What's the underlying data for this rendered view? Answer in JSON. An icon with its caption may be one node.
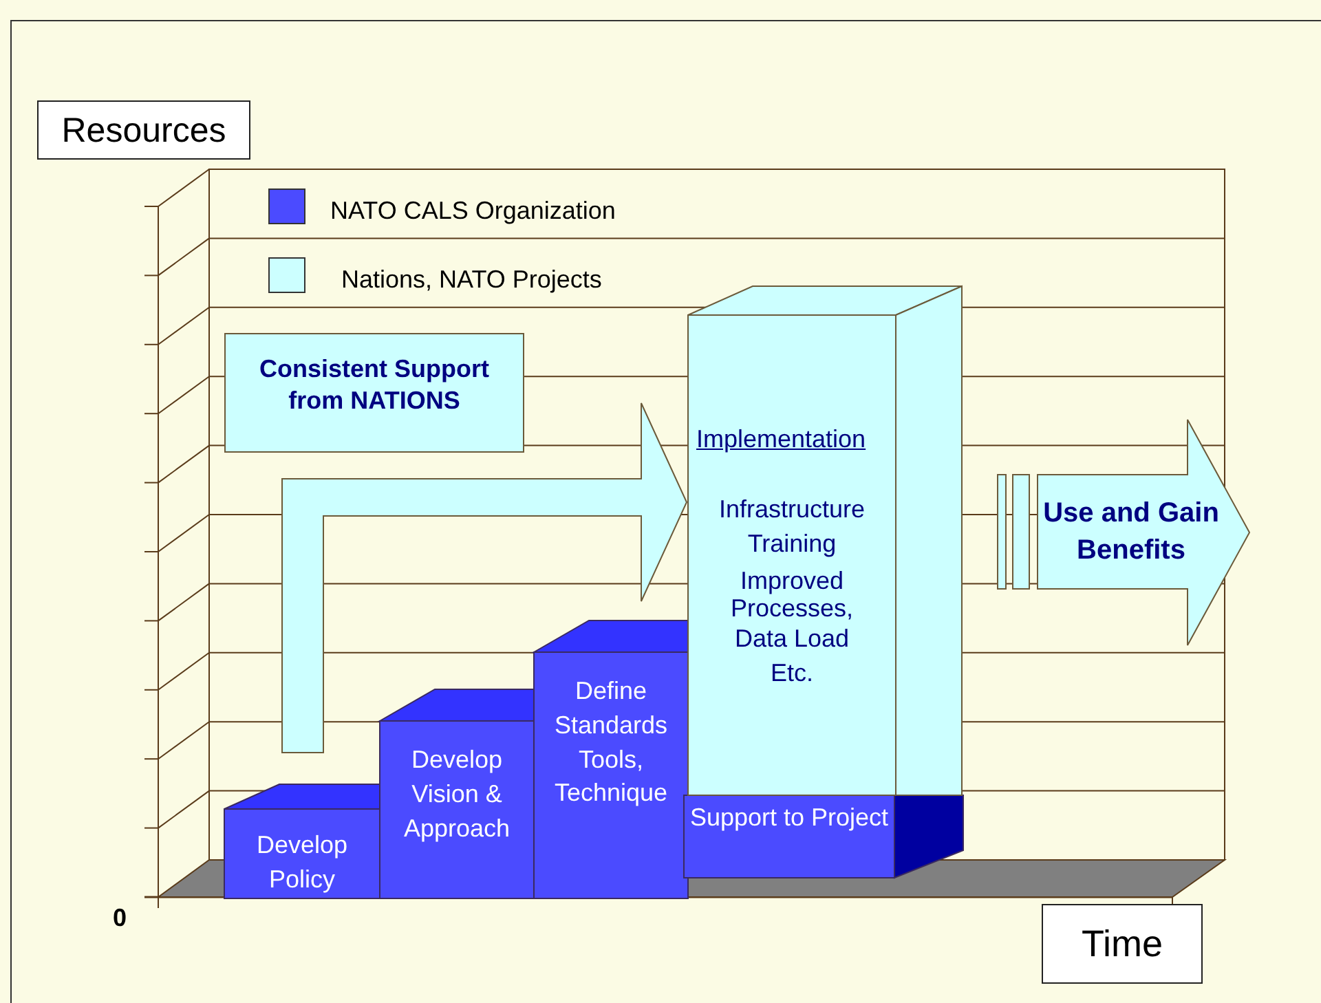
{
  "diagram": {
    "nodes": [
      {
        "text": [
          "Resources"
        ]
      },
      {
        "text": [
          "Consistent Support from NATIONS"
        ]
      },
      {
        "text": [
          "Develop Policy"
        ]
      },
      {
        "text": [
          "Develop Vision & Approach"
        ]
      },
      {
        "text": [
          "Define Standards Tools, Technique"
        ]
      },
      {
        "text": [
          "Support to Project"
        ]
      },
      {
        "text": [
          "Implementation",
          "Infrastructure",
          "Training",
          "Improved Processes,",
          "Data Load",
          "Etc."
        ]
      },
      {
        "text": [
          "Use and Gain Benefits"
        ]
      },
      {
        "text": [
          "Time"
        ]
      }
    ],
    "edges": [
      {
        "from": null,
        "to": 6,
        "arrow": "to"
      }
    ],
    "labels": [
      "0"
    ],
    "legend": [
      {
        "text": "NATO CALS Organization",
        "color": "#4b4bff"
      },
      {
        "text": "Nations, NATO Projects",
        "color": "#ccffff"
      }
    ]
  }
}
